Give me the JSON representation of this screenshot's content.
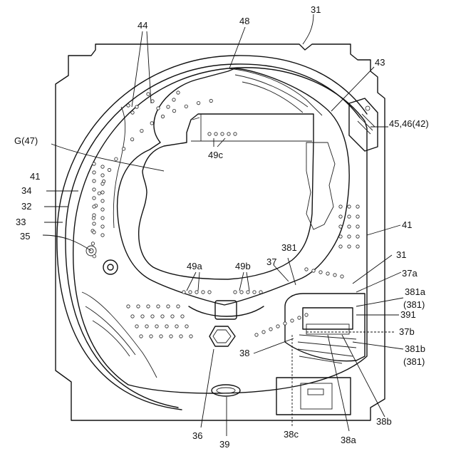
{
  "labels": {
    "l31_top": "31",
    "l48": "48",
    "l44": "44",
    "l43": "43",
    "l45": "45,46(42)",
    "lG": "G(47)",
    "l49c": "49c",
    "l41_left": "41",
    "l34": "34",
    "l32": "32",
    "l33": "33",
    "l35": "35",
    "l41_right": "41",
    "l31_right": "31",
    "l381": "381",
    "l37": "37",
    "l37a": "37a",
    "l49a": "49a",
    "l49b": "49b",
    "l381a": "381a",
    "l381a_paren": "(381)",
    "l391": "391",
    "l37b": "37b",
    "l38": "38",
    "l381b": "381b",
    "l381b_paren": "(381)",
    "l36": "36",
    "l39": "39",
    "l38c": "38c",
    "l38a": "38a",
    "l38b": "38b"
  },
  "colors": {
    "line": "#111111",
    "background": "#ffffff"
  }
}
